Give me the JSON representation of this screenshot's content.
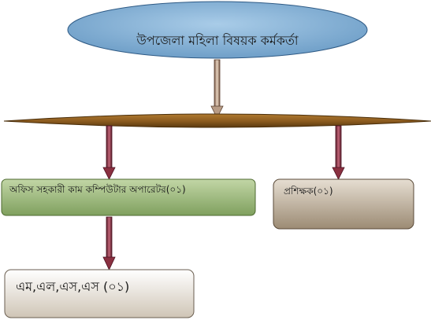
{
  "diagram": {
    "head": "উপজেলা মহিলা বিষয়ক কর্মকর্তা",
    "office_assistant": "অফিস সহকারী কাম কম্পিউটার অপারেটর(০১)",
    "trainer": "প্রশিক্ষক(০১)",
    "mlss": "এম,এল,এস,এস (০১)"
  },
  "colors": {
    "ellipse": "#7fb0d8",
    "bar": "#8a5a1e",
    "office_box": "#8dad69",
    "trainer_box": "#b1a28e",
    "mlss_box": "#dcd4c7",
    "arrow_top": "#c8a890",
    "arrow_red": "#9a3848"
  }
}
